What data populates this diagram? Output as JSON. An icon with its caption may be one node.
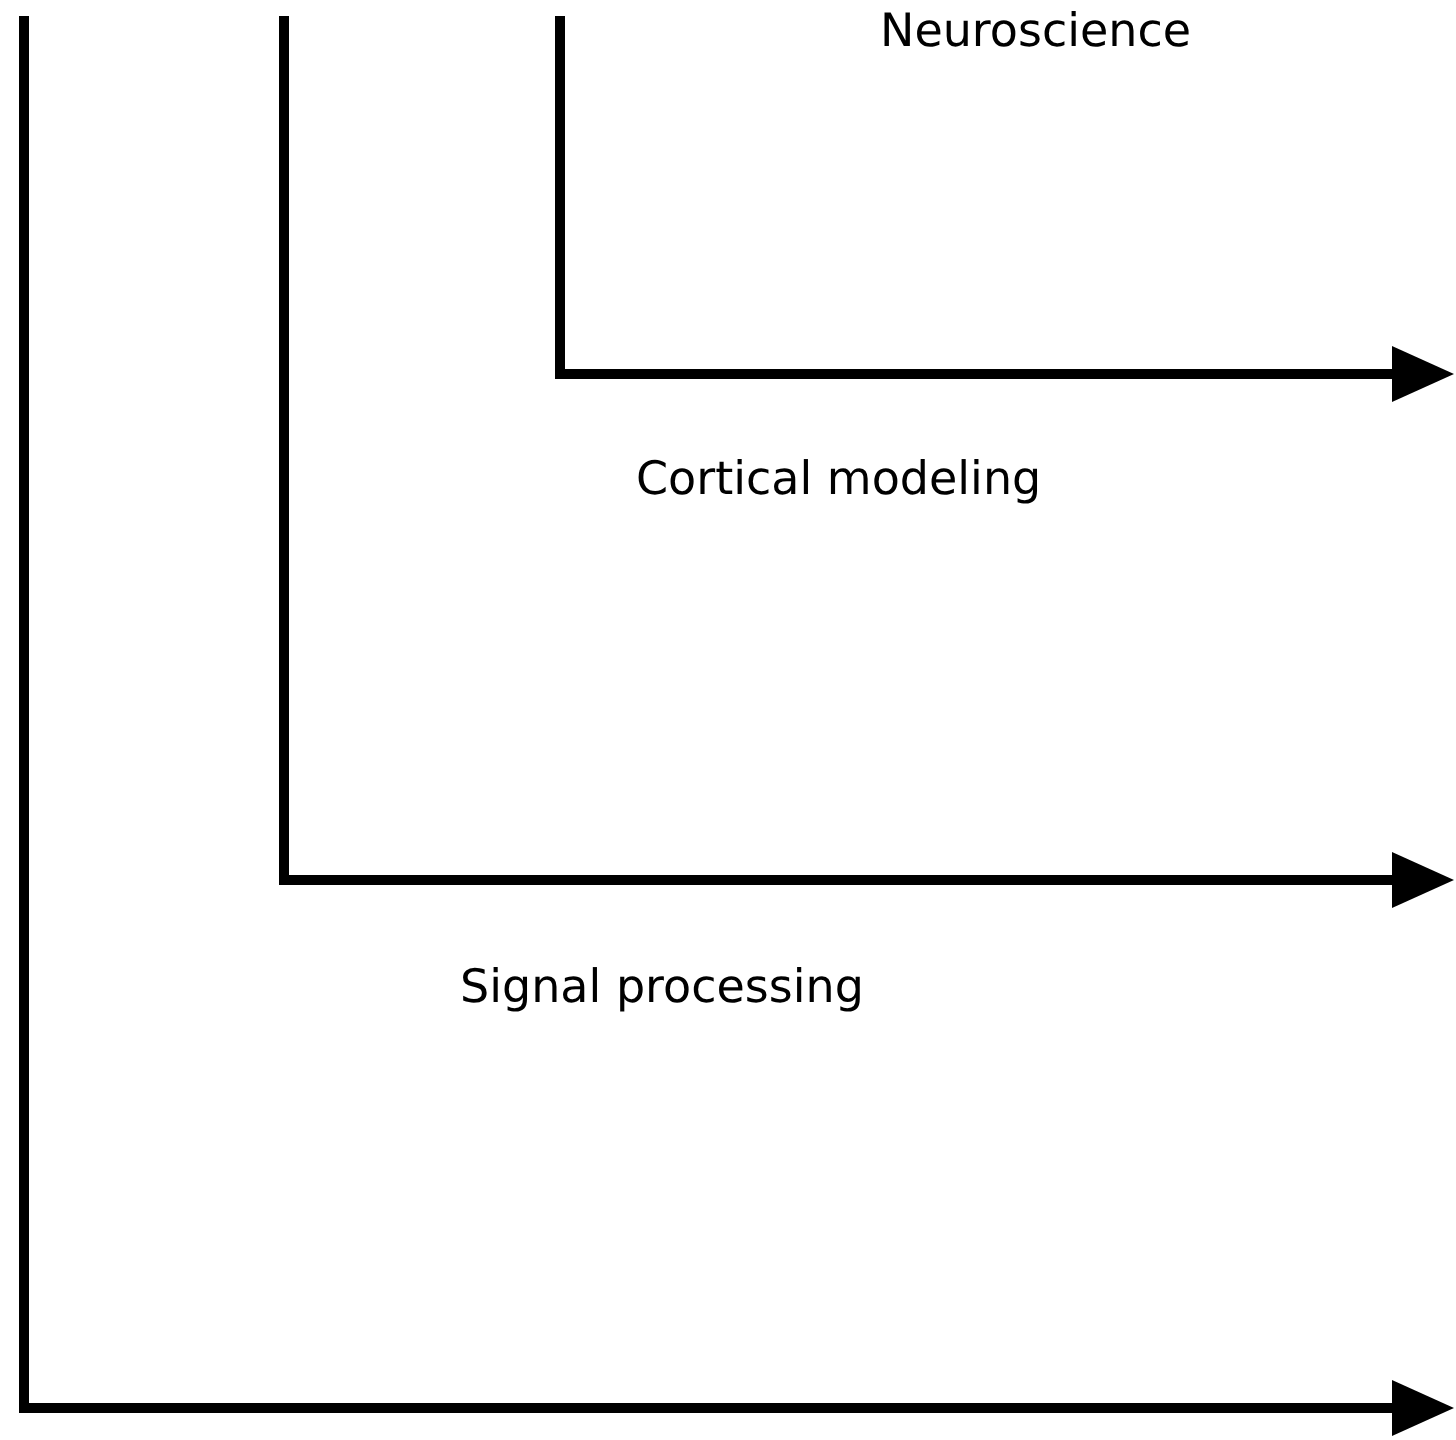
{
  "diagram": {
    "labels": [
      "Neuroscience",
      "Cortical modeling",
      "Signal processing"
    ]
  }
}
